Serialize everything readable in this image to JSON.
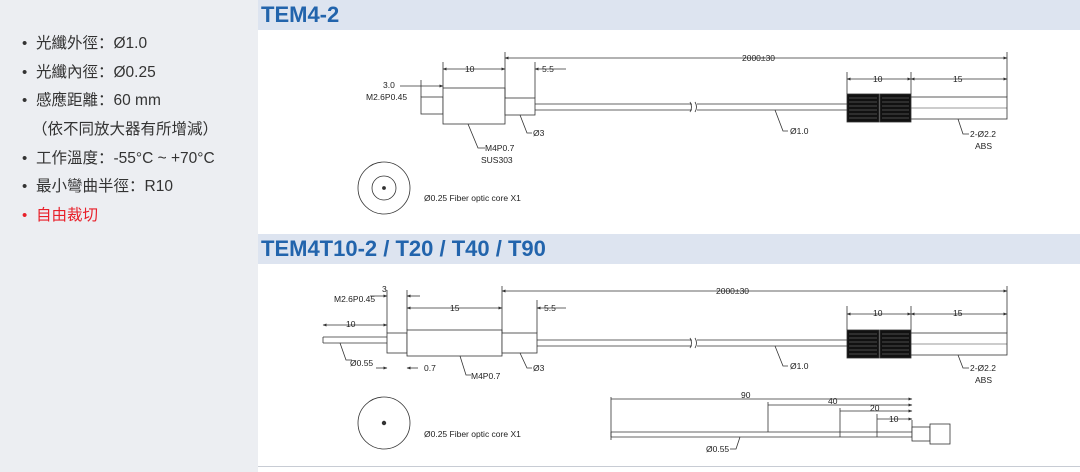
{
  "specs": {
    "items": [
      "光纖外徑：Ø1.0",
      "光纖內徑：Ø0.25",
      "感應距離：60 mm",
      "（依不同放大器有所增減）",
      "工作溫度：-55°C ~ +70°C",
      "最小彎曲半徑：R10",
      "自由裁切"
    ],
    "bullet": "•",
    "highlight_color": "#e8202a"
  },
  "sections": [
    {
      "title": "TEM4-2",
      "labels": {
        "thread_len": "3.0",
        "thread": "M2.6P0.45",
        "d10": "10",
        "d55": "5.5",
        "length": "2000±30",
        "nut": "M4P0.7",
        "material": "SUS303",
        "tip_dia": "Ø3",
        "fiber_dia": "Ø1.0",
        "sleeve10": "10",
        "end15": "15",
        "end_dia": "2-Ø2.2",
        "end_material": "ABS",
        "core": "Ø0.25 Fiber optic core X1"
      }
    },
    {
      "title": "TEM4T10-2 / T20 / T40 / T90",
      "labels": {
        "thread_len": "3",
        "thread": "M2.6P0.45",
        "tube_len": "10",
        "d15": "15",
        "d55": "5.5",
        "length": "2000±30",
        "tube_dia": "Ø0.55",
        "step": "0.7",
        "nut": "M4P0.7",
        "tip_dia": "Ø3",
        "fiber_dia": "Ø1.0",
        "sleeve10": "10",
        "end15": "15",
        "end_dia": "2-Ø2.2",
        "end_material": "ABS",
        "core": "Ø0.25 Fiber optic core X1",
        "t90": "90",
        "t40": "40",
        "t20": "20",
        "t10": "10",
        "probe_dia": "Ø0.55"
      }
    }
  ]
}
